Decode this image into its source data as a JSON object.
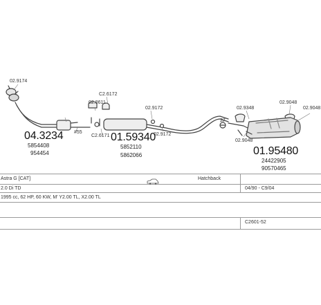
{
  "diagram": {
    "labels": {
      "p_029174": "02.9174",
      "p_043234": "04.3234",
      "p_5854408": "5854408",
      "p_954454": "954454",
      "p_55": "#55",
      "p_026172": "C2.6172",
      "p_028611": "02.8611",
      "p_026171": "C2.6171",
      "p_0159340": "01.59340",
      "p_5852110": "5852110",
      "p_5862066": "5862066",
      "p_029172": "02.9172",
      "p_029172b": "02.9172",
      "p_27": "27",
      "p_029348": "02.9348",
      "p_029048": "02.9048",
      "p_029048b": "02.9048",
      "p_029048c": "02.9048",
      "p_0195480": "01.95480",
      "p_24422905": "24422905",
      "p_90570465": "90570465"
    }
  },
  "table": {
    "row1": {
      "model": "Astra G [CAT]",
      "body": "Hatchback"
    },
    "row2": {
      "engine": "2.0 Di TD",
      "dates": "04/90 - C9/04"
    },
    "row3": {
      "spec": "1995 cc, 62 HP, 60 KW, M' Y2.00 TL, X2.00 TL"
    },
    "row5": {
      "code": "C2601-52"
    }
  }
}
